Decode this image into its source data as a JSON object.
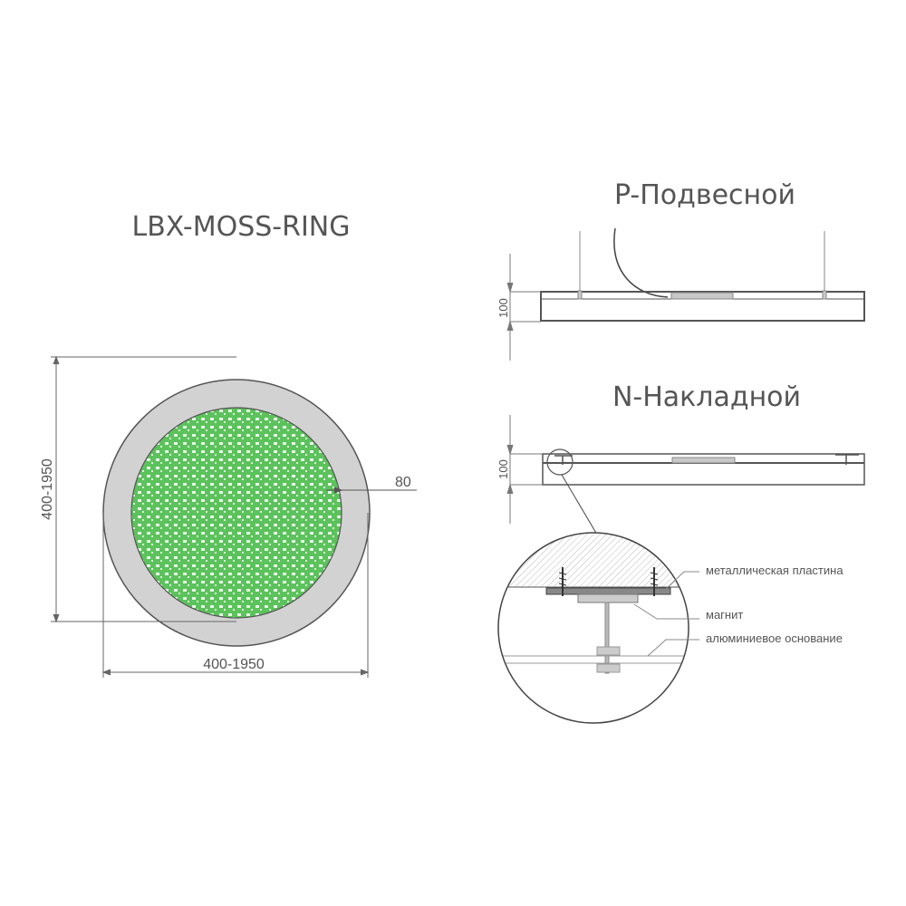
{
  "main_view": {
    "title": "LBX-MOSS-RING",
    "height_dim": "400-1950",
    "width_dim": "400-1950",
    "ring_width_dim": "80"
  },
  "pendant_view": {
    "title": "P-Подвесной",
    "height_dim": "100"
  },
  "surface_view": {
    "title": "N-Накладной",
    "height_dim": "100"
  },
  "detail_view": {
    "labels": [
      "металлическая пластина",
      "магнит",
      "алюминиевое основание"
    ]
  },
  "colors": {
    "moss": "#5cc25c",
    "ring": "#d2d2d2",
    "line": "#555555"
  }
}
